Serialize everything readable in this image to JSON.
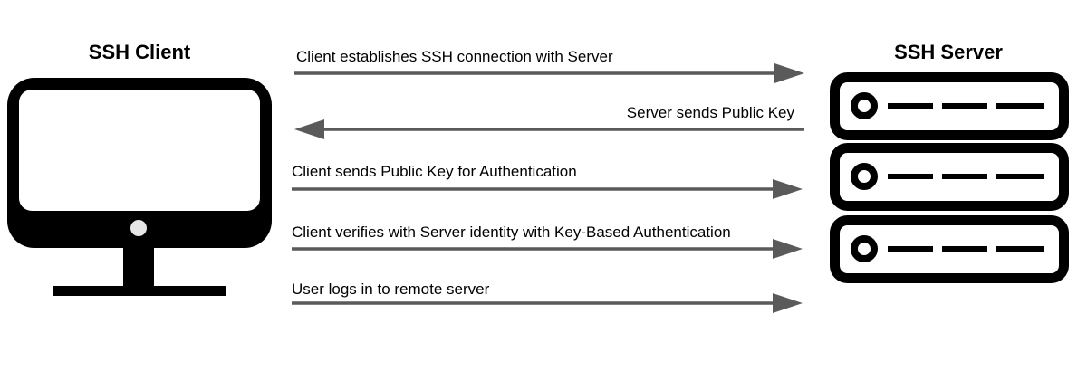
{
  "client": {
    "title": "SSH Client",
    "icon": "monitor-icon"
  },
  "server": {
    "title": "SSH Server",
    "icon": "server-rack-icon",
    "units": 3
  },
  "colors": {
    "arrow": "#5a5a5a",
    "ink": "#000000",
    "screen": "#ffffff",
    "power_button": "#e6e6e6"
  },
  "messages": [
    {
      "label": "Client establishes SSH connection with Server",
      "direction": "to-server"
    },
    {
      "label": "Server sends Public Key",
      "direction": "to-client"
    },
    {
      "label": "Client sends Public Key for Authentication",
      "direction": "to-server"
    },
    {
      "label": "Client verifies with Server identity with Key-Based Authentication",
      "direction": "to-server"
    },
    {
      "label": "User logs in to remote server",
      "direction": "to-server"
    }
  ]
}
